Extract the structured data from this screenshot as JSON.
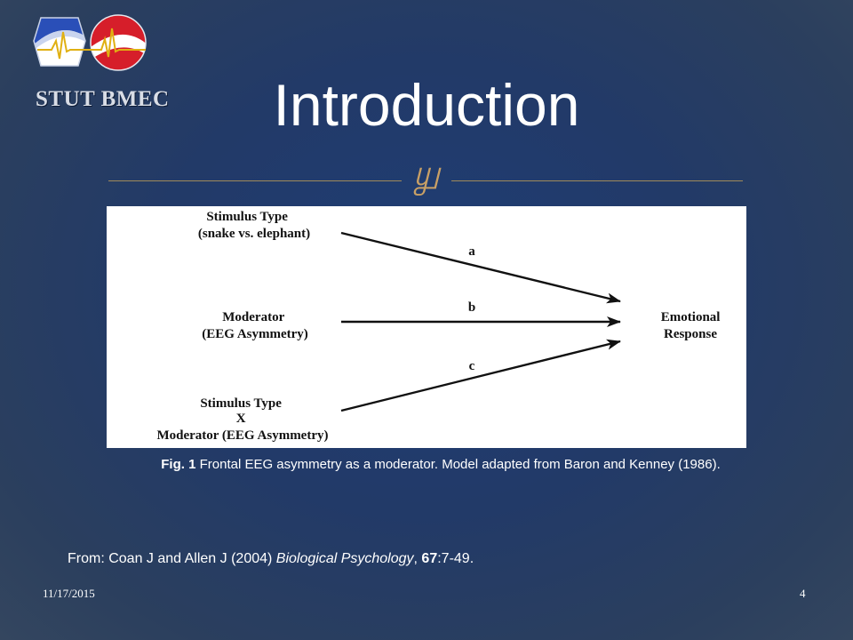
{
  "logo": {
    "text": "STUT BMEC"
  },
  "title": "Introduction",
  "ornament": "௶",
  "figure": {
    "nodes": {
      "stim1": [
        "Stimulus Type",
        "(snake vs. elephant)"
      ],
      "mod": [
        "Moderator",
        "(EEG Asymmetry)"
      ],
      "stim2": [
        "Stimulus Type",
        "X",
        "Moderator (EEG Asymmetry)"
      ],
      "resp": [
        "Emotional",
        "Response"
      ]
    },
    "paths": {
      "a": "a",
      "b": "b",
      "c": "c"
    }
  },
  "caption": {
    "prefix": "Fig. 1",
    "text": " Frontal EEG asymmetry as a moderator. Model adapted from Baron and Kenney (1986)."
  },
  "source": {
    "before": "From: Coan J and Allen J (2004) ",
    "journal": "Biological Psychology",
    "sep": ", ",
    "volume": "67",
    "pages": ":7-49."
  },
  "footer": {
    "date": "11/17/2015",
    "page": "4"
  },
  "colors": {
    "accent": "#c8a066",
    "background": "#1f3d75"
  }
}
